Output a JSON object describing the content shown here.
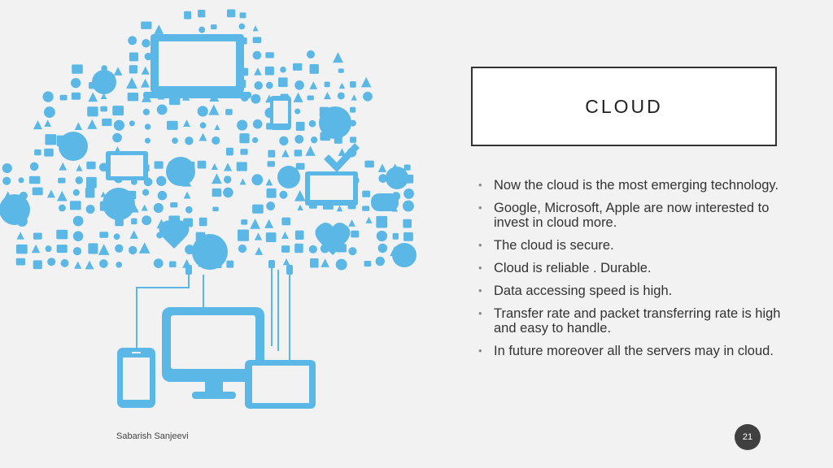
{
  "slide": {
    "title": "CLOUD",
    "bullets": [
      "Now the cloud is the most emerging technology.",
      "Google, Microsoft, Apple are now interested to invest in cloud more.",
      "The cloud is secure.",
      "Cloud is reliable . Durable.",
      "Data accessing speed is high.",
      "Transfer rate and packet transferring rate is high and easy to handle.",
      "In future moreover all the servers may in cloud."
    ],
    "bullet_marker": "•",
    "author": "Sabarish Sanjeevi",
    "page_number": "21"
  },
  "illustration": {
    "icon_color": "#5bb8e6",
    "depicts": [
      "cloud-of-app-icons",
      "smartphone",
      "monitor",
      "tablet"
    ]
  }
}
